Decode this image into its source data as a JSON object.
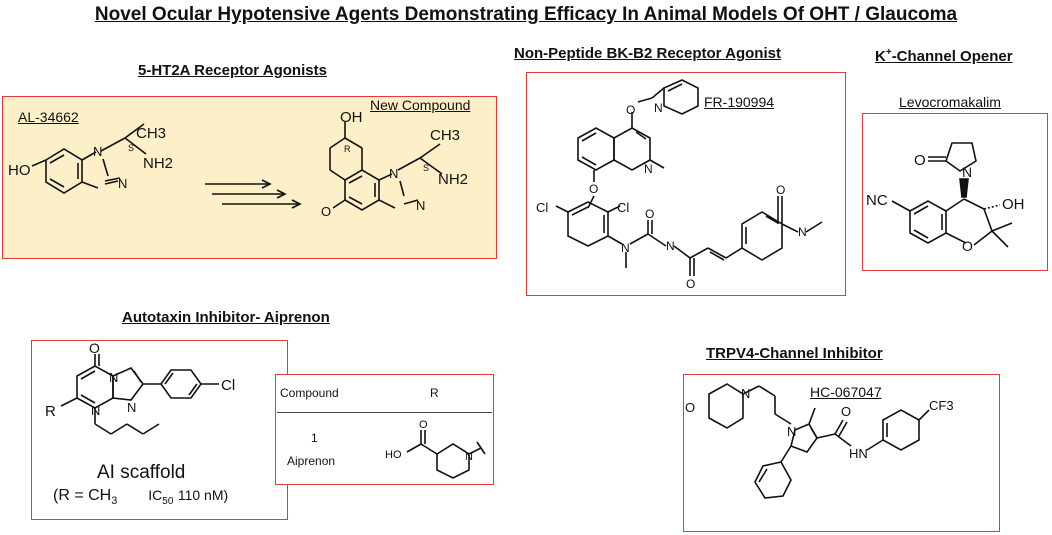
{
  "title": "Novel Ocular Hypotensive Agents Demonstrating Efficacy In Animal Models Of OHT / Glaucoma",
  "panels": {
    "ht2a": {
      "heading": "5-HT2A Receptor Agonists",
      "left_label": "AL-34662",
      "right_label": "New Compound",
      "atoms": {
        "ho": "HO",
        "ch3": "CH3",
        "nh2": "NH2",
        "n1": "N",
        "n2": "N",
        "s": "S",
        "oh": "OH",
        "r": "R",
        "o": "O",
        "s2": "S",
        "n3": "N",
        "n4": "N",
        "ch3b": "CH3",
        "nh2b": "NH2"
      }
    },
    "bk": {
      "heading": "Non-Peptide BK-B2 Receptor Agonist",
      "label": "FR-190994",
      "atoms": {
        "o1": "O",
        "n1": "N",
        "n2": "N",
        "o2": "O",
        "cl1": "Cl",
        "cl2": "Cl",
        "n3": "N",
        "o3": "O",
        "n4": "N",
        "o4": "O",
        "o5": "O",
        "n5": "N"
      }
    },
    "kchannel": {
      "heading_main": "K",
      "heading_sup": "+",
      "heading_rest": "-Channel Opener",
      "label": "Levocromakalim",
      "atoms": {
        "o1": "O",
        "n1": "N",
        "nc": "NC",
        "oh": "OH",
        "o2": "O"
      }
    },
    "autotaxin": {
      "heading": "Autotaxin Inhibitor- Aiprenon",
      "atoms": {
        "o": "O",
        "n1": "N",
        "n2": "N",
        "n3": "N",
        "r": "R",
        "cl": "Cl"
      },
      "scaffold_label": "AI scaffold",
      "r_def": "(R = CH",
      "r_def_sub": "3",
      "ic_label": "IC",
      "ic_sub": "50",
      "ic_value": "110 nM)",
      "table": {
        "col1": "Compound",
        "col2": "R",
        "row_num": "1",
        "row_name": "Aiprenon",
        "ho": "HO",
        "o": "O",
        "n": "N"
      }
    },
    "trpv4": {
      "heading": "TRPV4-Channel Inhibitor",
      "label": "HC-067047",
      "atoms": {
        "o1": "O",
        "n1": "N",
        "n2": "N",
        "o2": "O",
        "hn": "HN",
        "cf3": "CF3"
      }
    }
  }
}
